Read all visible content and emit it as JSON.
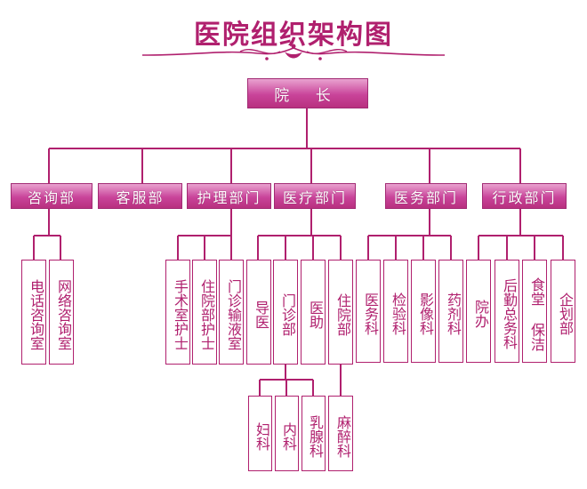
{
  "title": "医院组织架构图",
  "colors": {
    "accent": "#b0206e",
    "header_fill": "#c9449a",
    "line": "#b0206e"
  },
  "root": "院 长",
  "departments": [
    {
      "label": "咨询部",
      "children": [
        "电话咨询室",
        "网络咨询室"
      ]
    },
    {
      "label": "客服部",
      "children": []
    },
    {
      "label": "护理部门",
      "children": [
        "手术室护士",
        "住院部护士",
        "门诊输液室"
      ]
    },
    {
      "label": "医疗部门",
      "children": [
        "导医",
        "门诊部",
        "医助",
        "住院部"
      ],
      "clinics": [
        "妇科",
        "内科",
        "乳腺科"
      ],
      "ward": [
        "麻醉科"
      ]
    },
    {
      "label": "医务部门",
      "children": [
        "医务科",
        "检验科",
        "影像科",
        "药剂科"
      ]
    },
    {
      "label": "行政部门",
      "children": [
        "院办",
        "后勤总务科",
        "食堂 保洁",
        "企划部"
      ]
    }
  ]
}
